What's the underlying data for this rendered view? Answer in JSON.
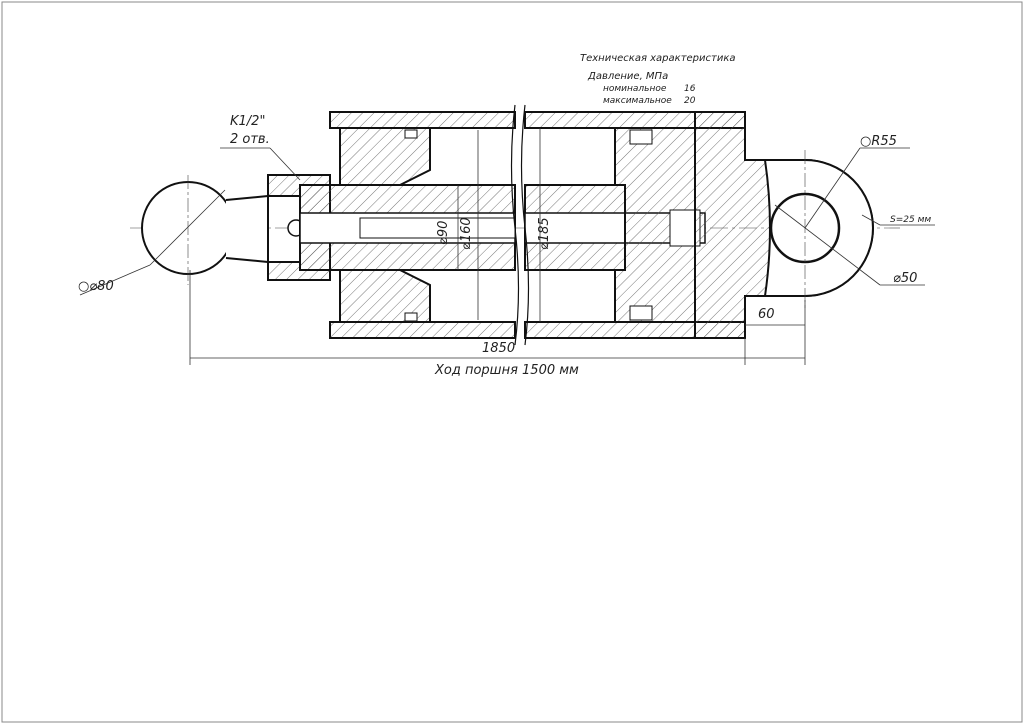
{
  "spec": {
    "title": "Техническая характеристика",
    "pressure_label": "Давление, МПа",
    "nominal_label": "номинальное",
    "nominal_value": "16",
    "max_label": "максимальное",
    "max_value": "20"
  },
  "labels": {
    "port_thread": "K1/2\"",
    "port_count": "2 отв.",
    "ball_dia": "○⌀80",
    "eye_radius": "○R55",
    "eye_thickness": "S=25 мм",
    "pin_dia": "⌀50",
    "eye_offset": "60",
    "total_length": "1850",
    "stroke": "Ход поршня 1500 мм",
    "rod_inner_dia": "⌀90",
    "rod_dia": "⌀160",
    "bore_dia": "⌀185"
  }
}
